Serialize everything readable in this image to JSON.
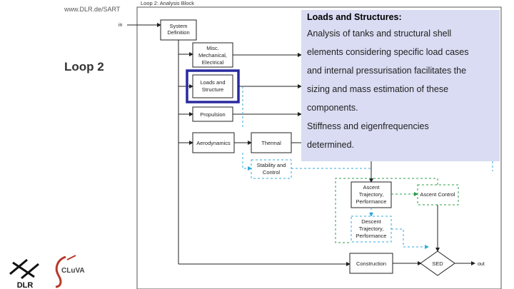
{
  "header": {
    "url": "www.DLR.de/SART",
    "frame_title": "Loop 2: Analysis Block"
  },
  "loop_label": "Loop 2",
  "diagram": {
    "in_label": "in",
    "out_label": "out",
    "boxes": {
      "system_definition": [
        "System",
        "Definition"
      ],
      "misc": [
        "Misc.",
        "Mechanical,",
        "Electrical"
      ],
      "loads": [
        "Loads and",
        "Structure"
      ],
      "propulsion": [
        "Propulsion"
      ],
      "aerodynamics": [
        "Aerodynamics"
      ],
      "thermal": [
        "Thermal"
      ],
      "stability": [
        "Stability and",
        "Control"
      ],
      "ascent": [
        "Ascent",
        "Trajectory,",
        "Performance"
      ],
      "ascent_control": [
        "Ascent Control"
      ],
      "descent": [
        "Descent",
        "Trajectory,",
        "Performance"
      ],
      "construction": [
        "Construction"
      ],
      "sed": [
        "SED"
      ]
    }
  },
  "callout": {
    "title": "Loads and Structures:",
    "lines": [
      "Analysis of tanks and structural shell",
      "elements considering specific load cases",
      "and internal pressurisation facilitates the",
      "sizing and mass estimation of these",
      "components.",
      "Stiffness and eigenfrequencies",
      "determined."
    ]
  },
  "logos": {
    "dlr": "DLR",
    "cluva": "CLuVA"
  },
  "colors": {
    "highlight": "#2a2aa0",
    "callout_bg": "#d9dcf2",
    "dashed": "#33a8dd",
    "green": "#2d9c4e"
  }
}
